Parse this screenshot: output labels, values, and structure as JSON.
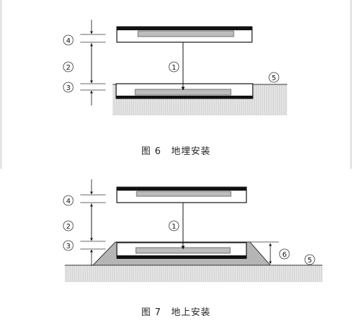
{
  "figure6": {
    "caption": "图 6　地埋安装",
    "callouts": {
      "c1": "1",
      "c2": "2",
      "c3": "3",
      "c4": "4",
      "c5": "5"
    }
  },
  "figure7": {
    "caption": "图 7　地上安装",
    "callouts": {
      "c1": "1",
      "c2": "2",
      "c3": "3",
      "c4": "4",
      "c5": "5",
      "c6": "6"
    }
  },
  "colors": {
    "line": "#111111",
    "ground": "#cfcfcf",
    "coil": "#bdbdbd",
    "ramp": "#b5b5b5"
  }
}
